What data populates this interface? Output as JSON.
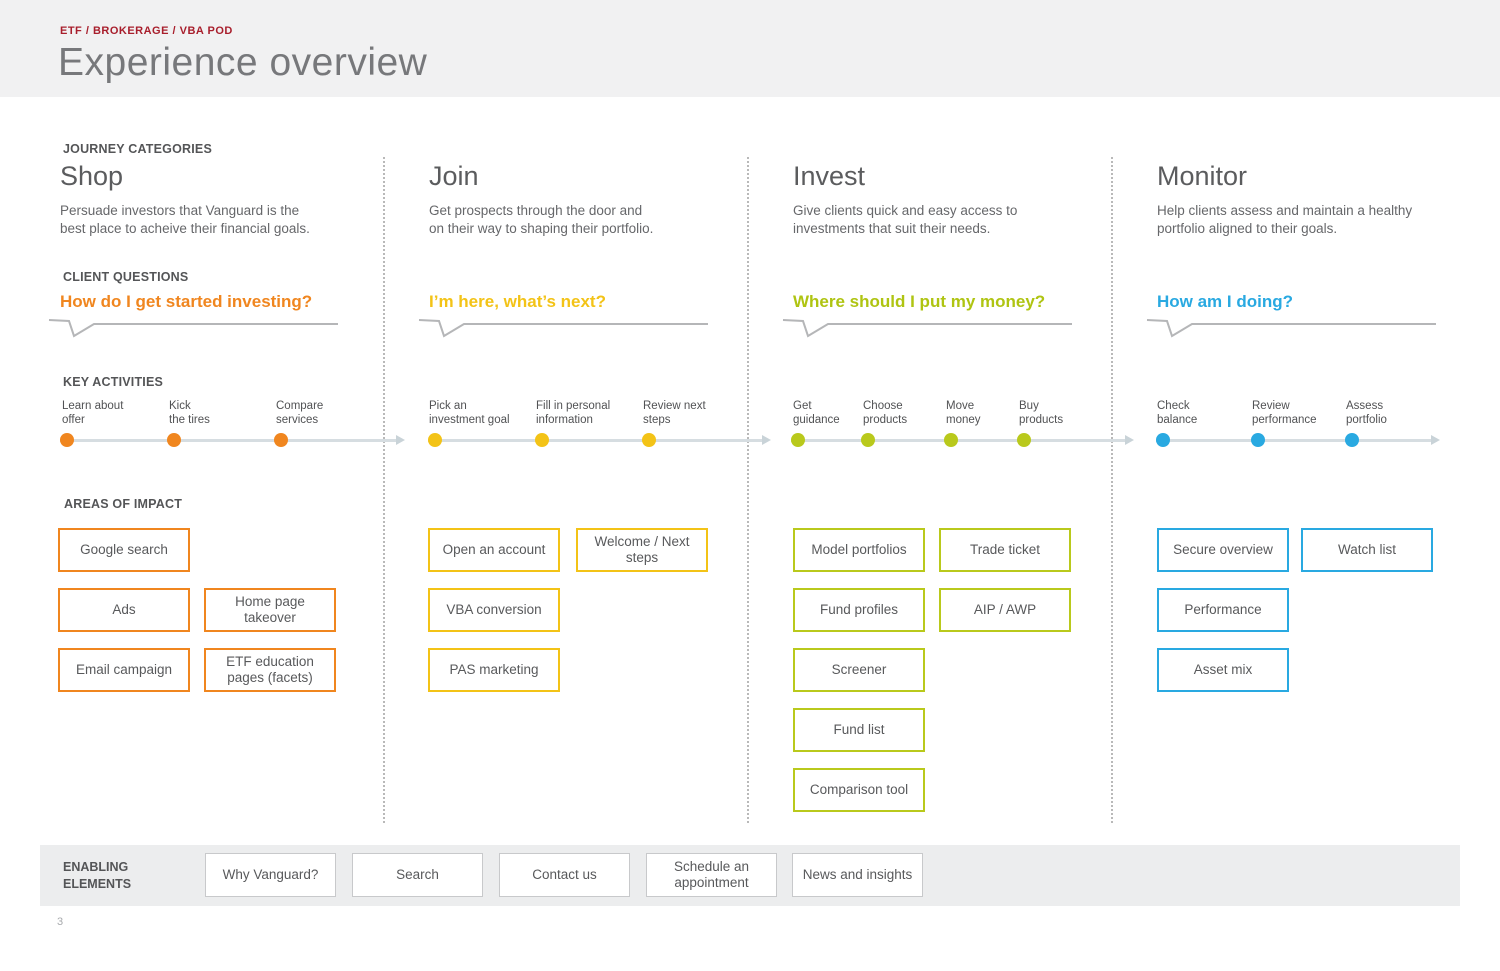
{
  "header": {
    "eyebrow": "ETF / BROKERAGE / VBA POD",
    "title": "Experience overview"
  },
  "section_labels": {
    "journey_categories": "JOURNEY CATEGORIES",
    "client_questions": "CLIENT QUESTIONS",
    "key_activities": "KEY ACTIVITIES",
    "areas_of_impact": "AREAS OF IMPACT",
    "enabling_elements": "ENABLING\nELEMENTS"
  },
  "columns": [
    {
      "name": "Shop",
      "accent_color": "#F0861F",
      "description": "Persuade investors that Vanguard is the\nbest place to acheive their financial goals.",
      "question": "How do I get started investing?",
      "activities": [
        {
          "label": "Learn about\noffer"
        },
        {
          "label": "Kick\nthe tires"
        },
        {
          "label": "Compare\nservices"
        }
      ],
      "impact": [
        {
          "label": "Google search"
        },
        {
          "label": "Ads"
        },
        {
          "label": "Home page takeover"
        },
        {
          "label": "Email campaign"
        },
        {
          "label": "ETF education pages (facets)"
        }
      ]
    },
    {
      "name": "Join",
      "accent_color": "#F3C317",
      "description": "Get prospects through the door and\non their way to shaping their portfolio.",
      "question": "I’m here, what’s next?",
      "activities": [
        {
          "label": "Pick an\ninvestment goal"
        },
        {
          "label": "Fill in personal\ninformation"
        },
        {
          "label": "Review next\nsteps"
        }
      ],
      "impact": [
        {
          "label": "Open an account"
        },
        {
          "label": "Welcome / Next steps"
        },
        {
          "label": "VBA conversion"
        },
        {
          "label": "PAS marketing"
        }
      ]
    },
    {
      "name": "Invest",
      "accent_color": "#B9C91C",
      "description": "Give clients quick and easy access to\ninvestments that suit their needs.",
      "question": "Where should I put my money?",
      "activities": [
        {
          "label": "Get\nguidance"
        },
        {
          "label": "Choose\nproducts"
        },
        {
          "label": "Move\nmoney"
        },
        {
          "label": "Buy\nproducts"
        }
      ],
      "impact": [
        {
          "label": "Model portfolios"
        },
        {
          "label": "Trade ticket"
        },
        {
          "label": "Fund profiles"
        },
        {
          "label": "AIP / AWP"
        },
        {
          "label": "Screener"
        },
        {
          "label": "Fund list"
        },
        {
          "label": "Comparison tool"
        }
      ]
    },
    {
      "name": "Monitor",
      "accent_color": "#29A9E1",
      "description": "Help clients assess and maintain a healthy\nportfolio aligned to their goals.",
      "question": "How am I doing?",
      "activities": [
        {
          "label": "Check\nbalance"
        },
        {
          "label": "Review\nperformance"
        },
        {
          "label": "Assess\nportfolio"
        }
      ],
      "impact": [
        {
          "label": "Secure overview"
        },
        {
          "label": "Watch list"
        },
        {
          "label": "Performance"
        },
        {
          "label": "Asset mix"
        }
      ]
    }
  ],
  "enabling_elements": [
    {
      "label": "Why Vanguard?"
    },
    {
      "label": "Search"
    },
    {
      "label": "Contact us"
    },
    {
      "label": "Schedule an appointment"
    },
    {
      "label": "News and insights"
    }
  ],
  "page_number": "3",
  "colors": {
    "header_background": "#F1F1F2",
    "eyebrow_red": "#A81E2C",
    "text_dark": "#58595B",
    "text_mid": "#6D6E71",
    "timeline_gray": "#D6DDE1",
    "bubble_line_gray": "#B5B6B8",
    "enabling_bar_background": "#ECEDEE"
  }
}
